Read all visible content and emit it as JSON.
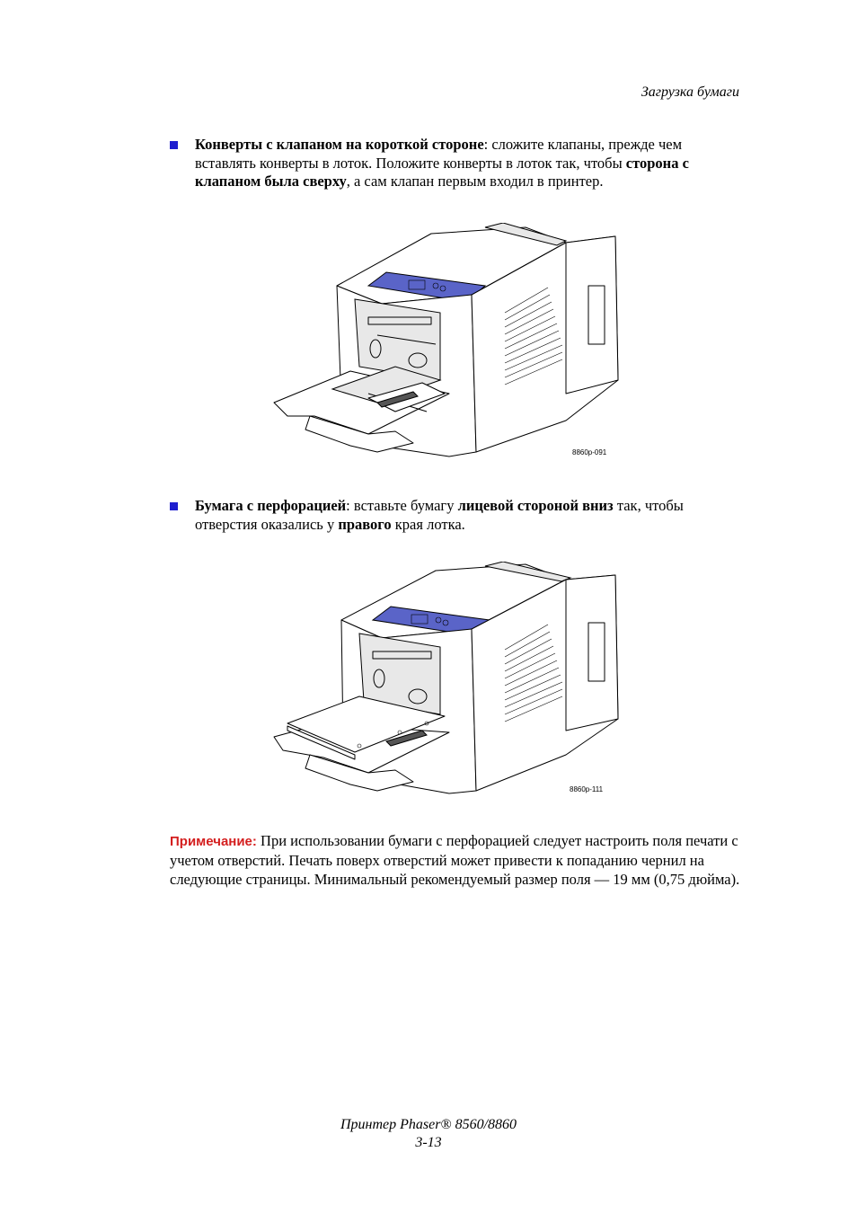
{
  "header": {
    "section_title": "Загрузка бумаги"
  },
  "bullets": [
    {
      "parts": [
        {
          "text": "Конверты с клапаном на короткой стороне",
          "bold": true
        },
        {
          "text": ": сложите клапаны, прежде чем вставлять конверты в лоток. Положите конверты в лоток так, чтобы ",
          "bold": false
        },
        {
          "text": "сторона с клапаном была сверху",
          "bold": true
        },
        {
          "text": ", а сам клапан первым входил в принтер.",
          "bold": false
        }
      ]
    },
    {
      "parts": [
        {
          "text": "Бумага с перфорацией",
          "bold": true
        },
        {
          "text": ": вставьте бумагу ",
          "bold": false
        },
        {
          "text": "лицевой стороной вниз",
          "bold": true
        },
        {
          "text": " так, чтобы отверстия оказались у ",
          "bold": false
        },
        {
          "text": "правого",
          "bold": true
        },
        {
          "text": " края лотка.",
          "bold": false
        }
      ]
    }
  ],
  "figures": [
    {
      "code": "8860p-091"
    },
    {
      "code": "8860p-111"
    }
  ],
  "note": {
    "label": "Примечание:",
    "text": " При использовании бумаги с перфорацией следует настроить поля печати с учетом отверстий. Печать поверх отверстий может привести к попаданию чернил на следующие страницы. Минимальный рекомендуемый размер поля — 19 мм (0,75 дюйма)."
  },
  "footer": {
    "product": "Принтер Phaser® 8560/8860",
    "page_number": "3-13"
  },
  "colors": {
    "bullet_marker": "#1f1fcf",
    "note_label": "#d41f1f",
    "control_panel": "#5a64c8"
  }
}
